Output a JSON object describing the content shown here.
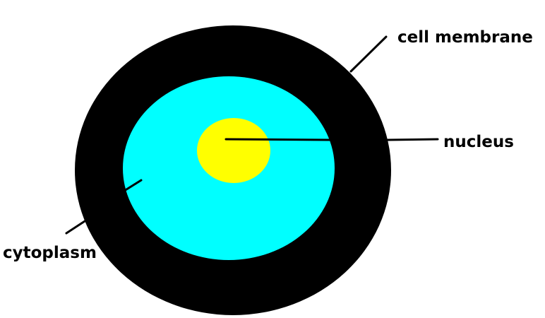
{
  "labels": {
    "cell_membrane": "cell membrane",
    "nucleus": "nucleus",
    "cytoplasm": "cytoplasm"
  },
  "colors": {
    "membrane": "#000000",
    "cytoplasm": "#00ffff",
    "nucleus": "#ffff00",
    "background": "#ffffff",
    "leader_line": "#000000"
  }
}
